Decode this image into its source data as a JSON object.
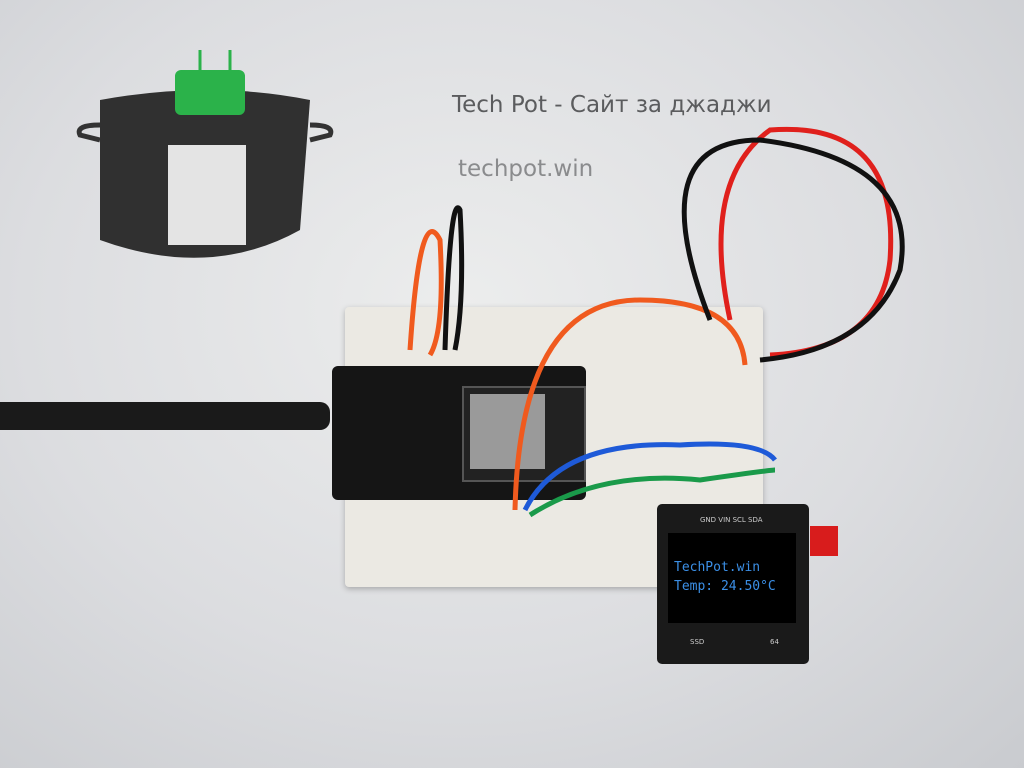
{
  "logo": {
    "name": "Tech Pot pot logo"
  },
  "title": "Tech Pot - Сайт за джаджи",
  "url": "techpot.win",
  "oled": {
    "line1": "TechPot.win",
    "line2": "Temp: 24.50°C",
    "pin_header": "GND VIN SCL SDA",
    "label_left": "SSD",
    "label_right": "64"
  },
  "colors": {
    "background": "#dcdde0",
    "oled_text": "#3b8fe6",
    "wire_red": "#e0201c",
    "wire_orange": "#f05a1e",
    "wire_blue": "#1e5ad8",
    "wire_green": "#1a9a4a"
  }
}
